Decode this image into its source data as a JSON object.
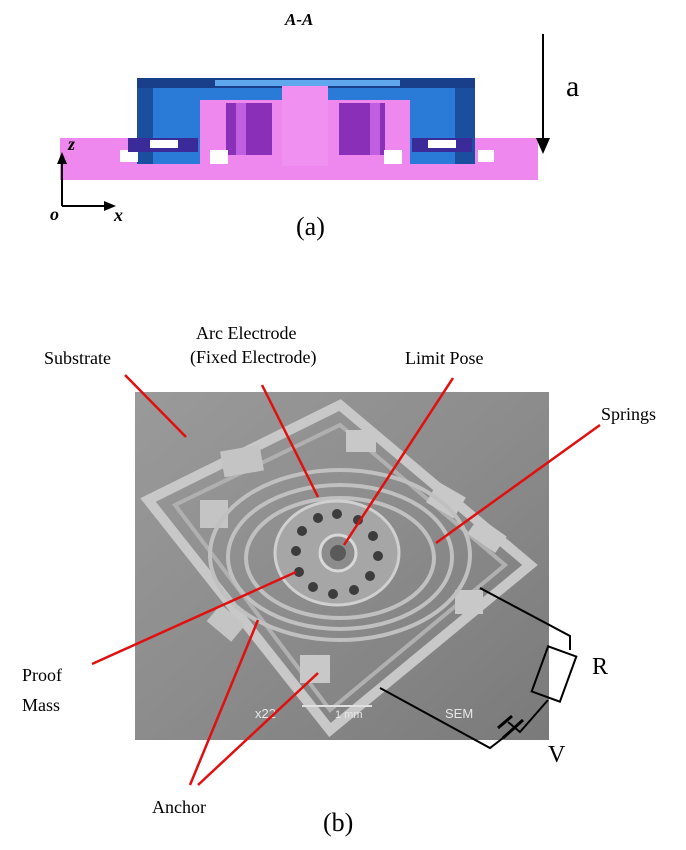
{
  "figure_a": {
    "section_title": "A-A",
    "arrow_label": "a",
    "axis_z": "z",
    "axis_x": "x",
    "axis_origin": "o",
    "caption": "(a)"
  },
  "figure_b": {
    "labels": {
      "substrate": "Substrate",
      "arc_electrode_line1": "Arc Electrode",
      "arc_electrode_line2": "(Fixed Electrode)",
      "limit_pose": "Limit Pose",
      "springs": "Springs",
      "proof_mass_line1": "Proof",
      "proof_mass_line2": "Mass",
      "anchor": "Anchor",
      "resistor": "R",
      "voltage": "V"
    },
    "sem_scale_text": "1 mm",
    "sem_mag_text": "x22",
    "sem_tag_text": "SEM",
    "caption": "(b)"
  },
  "colors": {
    "pink": "#ee88ee",
    "blue": "#1f6fd0",
    "dark_blue": "#1a3f8a",
    "purple": "#8a2fb8",
    "red_leader": "#e01010"
  }
}
